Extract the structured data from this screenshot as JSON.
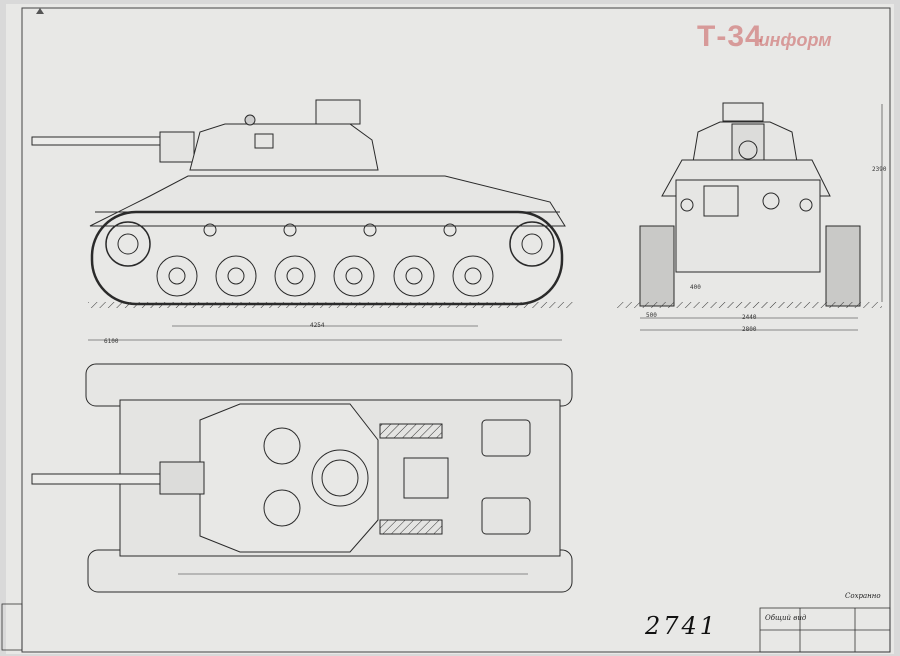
{
  "watermark": {
    "main": "Т-34",
    "sub": "информ"
  },
  "sheet_number": "2741",
  "dimensions": {
    "side_length": "6100",
    "side_wheelbase": "4254",
    "front_width": "2800",
    "front_track": "2440",
    "front_track_width": "500",
    "front_clearance": "400",
    "front_height": "2390"
  },
  "title_block": {
    "title": "Общий вид",
    "stamp": "Сохранно"
  },
  "colors": {
    "paper": "#e8e8e6",
    "ink": "#2a2a2a",
    "shade": "#9a9a9a",
    "background": "#d9d9d9",
    "watermark": "#c85a5a"
  }
}
